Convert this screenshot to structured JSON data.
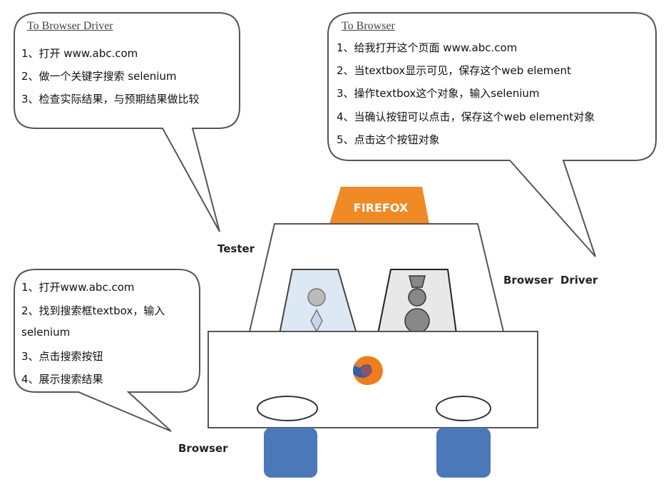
{
  "bubbles": {
    "tester": {
      "heading": "To Browser Driver",
      "lines": [
        "1、打开 www.abc.com",
        "2、做一个关键字搜索 selenium",
        "3、检查实际结果，与预期结果做比较"
      ]
    },
    "driver": {
      "heading": "To Browser",
      "lines": [
        "1、给我打开这个页面 www.abc.com",
        "2、当textbox显示可见，保存这个web element",
        "3、操作textbox这个对象，输入selenium",
        "4、当确认按钮可以点击，保存这个web element对象",
        "5、点击这个按钮对象"
      ]
    },
    "browser": {
      "lines": [
        "1、打开www.abc.com",
        "2、找到搜索框textbox，输入",
        "selenium",
        "3、点击搜索按钮",
        "4、展示搜索结果"
      ]
    }
  },
  "roles": {
    "tester": "Tester",
    "driver": "Browser  Driver",
    "browser": "Browser"
  },
  "car": {
    "sign": "FIREFOX",
    "sign_color": "#f08a24",
    "wheel_color": "#4a78b8",
    "logo": "firefox-logo-icon"
  }
}
